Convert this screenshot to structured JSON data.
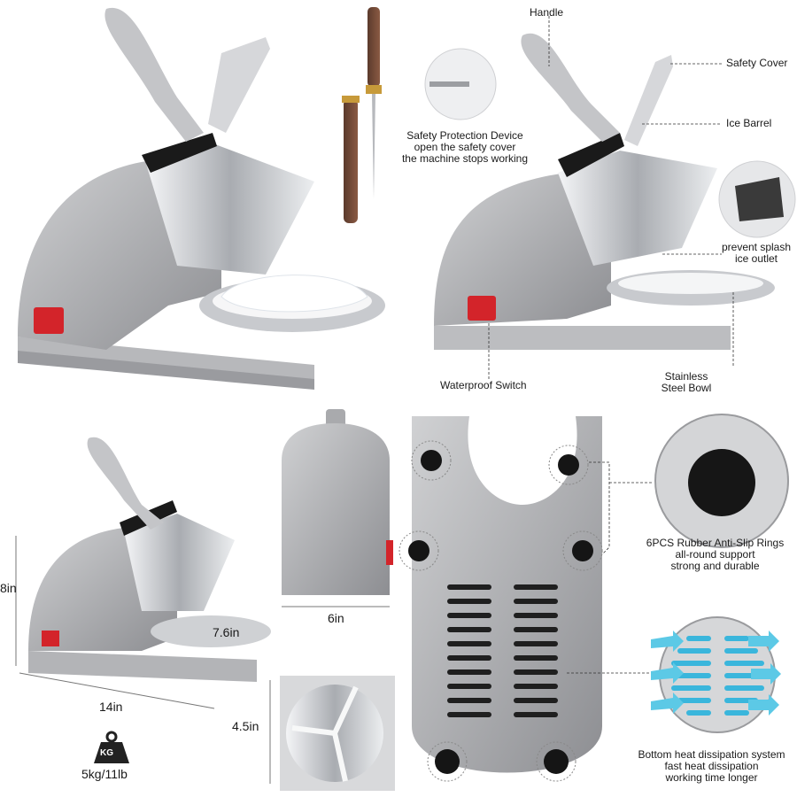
{
  "callouts": {
    "handle": "Handle",
    "safety_cover": "Safety Cover",
    "ice_barrel": "Ice Barrel",
    "safety_device": [
      "Safety Protection Device",
      "open the safety cover",
      "the machine stops working"
    ],
    "splash": [
      "prevent splash",
      "ice outlet"
    ],
    "switch": "Waterproof Switch",
    "bowl": [
      "Stainless",
      "Steel Bowl"
    ],
    "rings": [
      "6PCS Rubber Anti-Slip Rings",
      "all-round support",
      "strong and durable"
    ],
    "heat": [
      "Bottom heat dissipation system",
      "fast heat dissipation",
      "working time longer"
    ]
  },
  "dimensions": {
    "height": "8in",
    "length": "14in",
    "bowl_diameter": "7.6in",
    "width": "6in",
    "barrel_depth": "4.5in",
    "weight": "5kg/11lb",
    "weight_icon_text": "KG"
  },
  "colors": {
    "body": "#b9b9bb",
    "body_dark": "#8f9094",
    "steel": "#d9dbde",
    "switch": "#d3242a",
    "airflow": "#4ec3e0",
    "rubber": "#151515"
  },
  "icons": [
    "weight-kg-icon",
    "airflow-arrow-icon"
  ]
}
